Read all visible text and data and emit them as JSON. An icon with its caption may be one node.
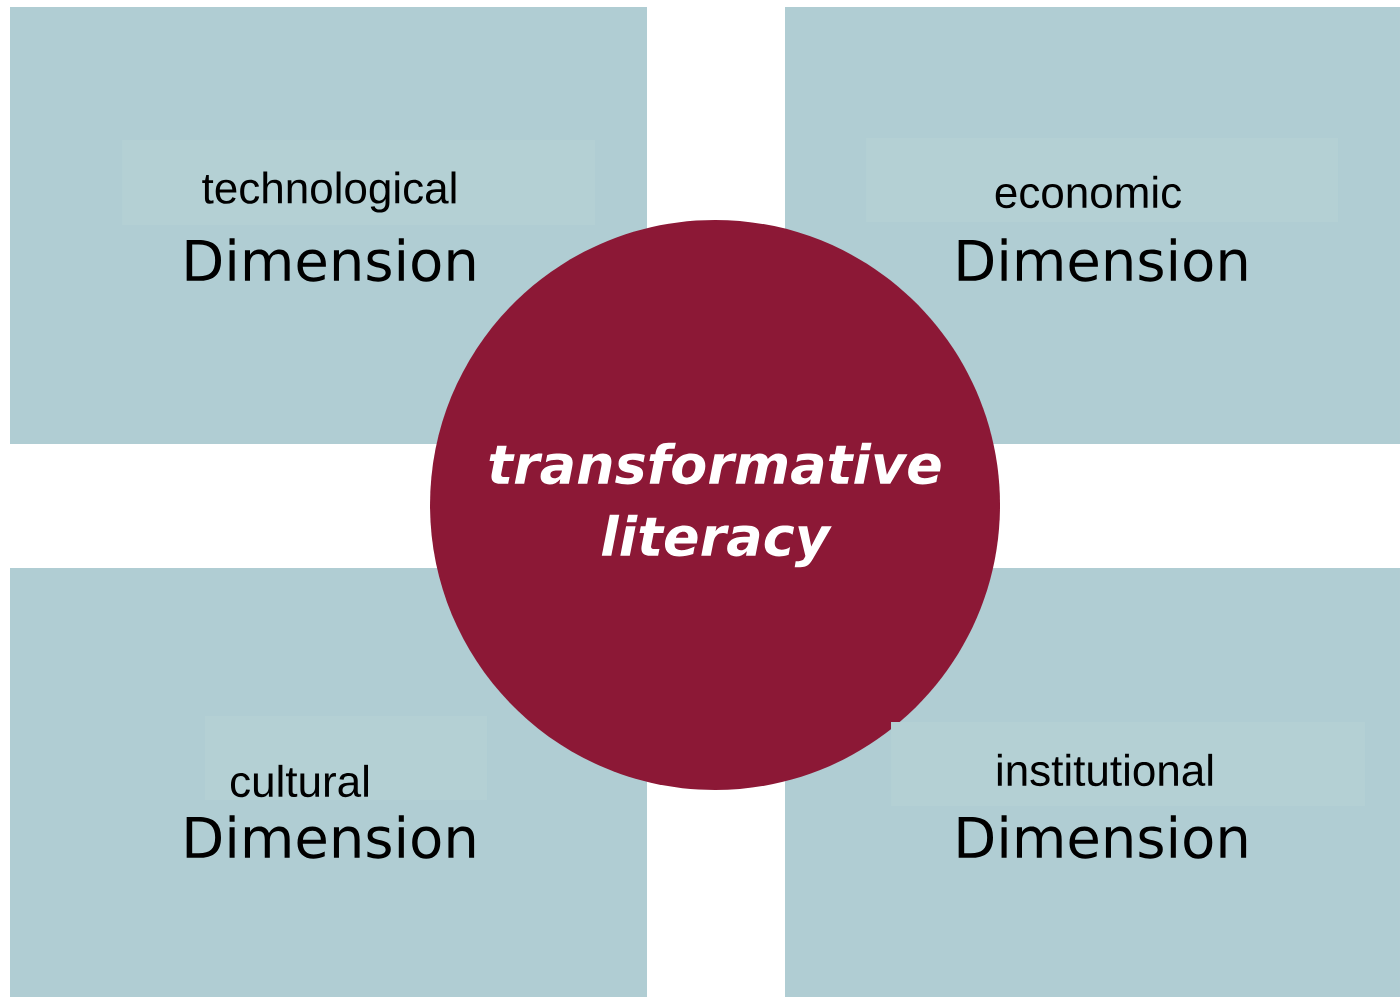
{
  "diagram": {
    "nodes": [
      {
        "text": [
          "Dimension"
        ]
      },
      {
        "text": [
          "technological"
        ],
        "in": 0
      },
      {
        "text": [
          "Dimension"
        ]
      },
      {
        "text": [
          "economic"
        ],
        "in": 2
      },
      {
        "text": [
          "transformative literacy"
        ]
      },
      {
        "text": [
          "Dimension"
        ]
      },
      {
        "text": [
          "cultural"
        ],
        "in": 5
      },
      {
        "text": [
          "Dimension"
        ]
      },
      {
        "text": [
          "institutional"
        ],
        "in": 7
      }
    ],
    "edges": []
  }
}
